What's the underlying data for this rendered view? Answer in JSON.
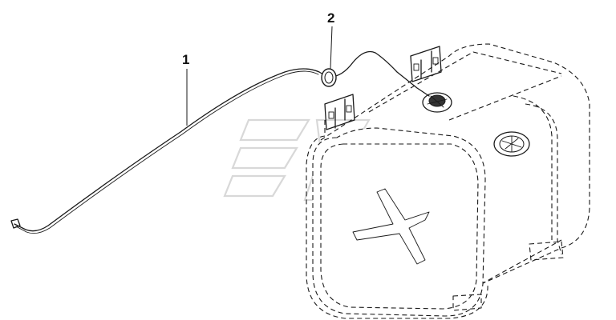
{
  "diagram": {
    "callouts": [
      {
        "id": "1",
        "label": "1"
      },
      {
        "id": "2",
        "label": "2"
      }
    ],
    "colors": {
      "line": "#1a1a1a",
      "watermark": "#d8d8d8",
      "background": "#ffffff"
    }
  }
}
